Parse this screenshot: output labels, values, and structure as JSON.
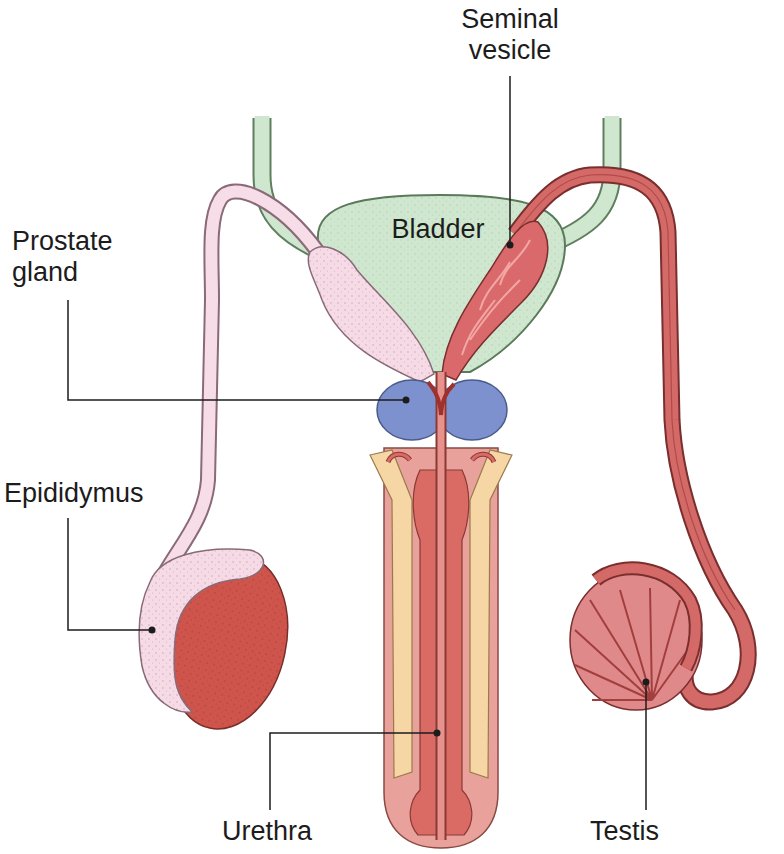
{
  "diagram": {
    "labels": [
      "Seminal vesicle",
      "Bladder",
      "Prostate gland",
      "Epididymus",
      "Urethra",
      "Testis"
    ]
  }
}
